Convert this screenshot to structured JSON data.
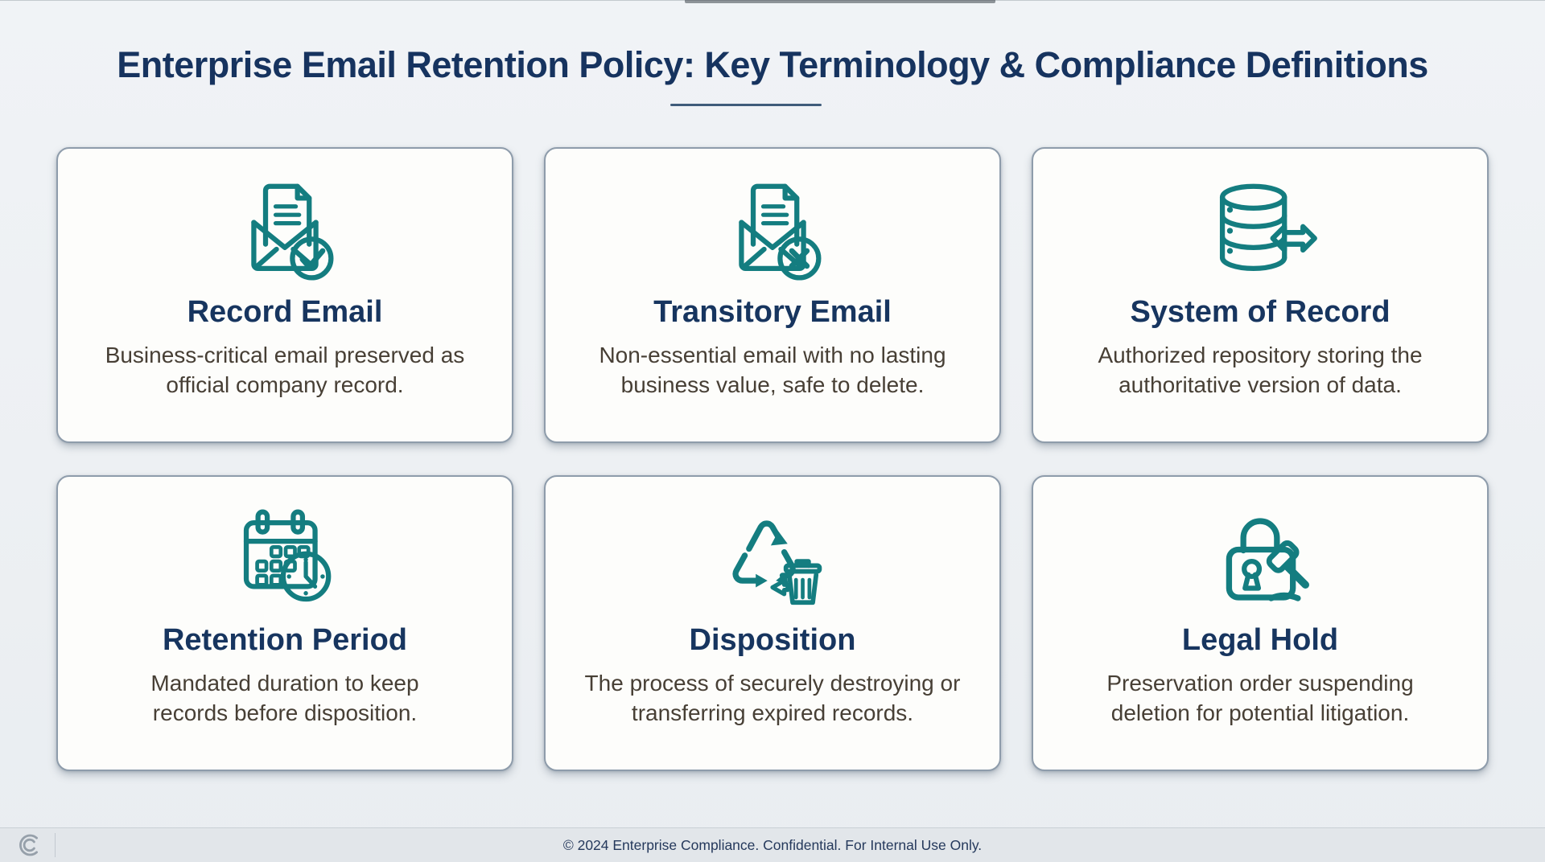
{
  "page": {
    "title": "Enterprise Email Retention Policy: Key Terminology & Compliance Definitions"
  },
  "cards": [
    {
      "icon": "record-email-icon",
      "title": "Record Email",
      "description": "Business-critical email preserved as official company record."
    },
    {
      "icon": "transitory-email-icon",
      "title": "Transitory Email",
      "description": "Non-essential email with no lasting business value, safe to delete."
    },
    {
      "icon": "system-of-record-icon",
      "title": "System of Record",
      "description": "Authorized repository storing the authoritative version of data."
    },
    {
      "icon": "retention-period-icon",
      "title": "Retention Period",
      "description": "Mandated duration to keep records before disposition."
    },
    {
      "icon": "disposition-icon",
      "title": "Disposition",
      "description": "The process of securely destroying or transferring expired records."
    },
    {
      "icon": "legal-hold-icon",
      "title": "Legal Hold",
      "description": "Preservation order suspending deletion for potential litigation."
    }
  ],
  "footer": {
    "text": "© 2024 Enterprise Compliance. Confidential. For Internal Use Only.",
    "logo": "compliance-monogram-icon"
  },
  "colors": {
    "accent_teal": "#147d80",
    "heading_navy": "#16335f",
    "body_text": "#473f35",
    "card_bg": "#fdfdfb",
    "card_border": "#8e9cab",
    "page_bg": "#edf1f4",
    "footer_bg": "#e2e6ea"
  }
}
